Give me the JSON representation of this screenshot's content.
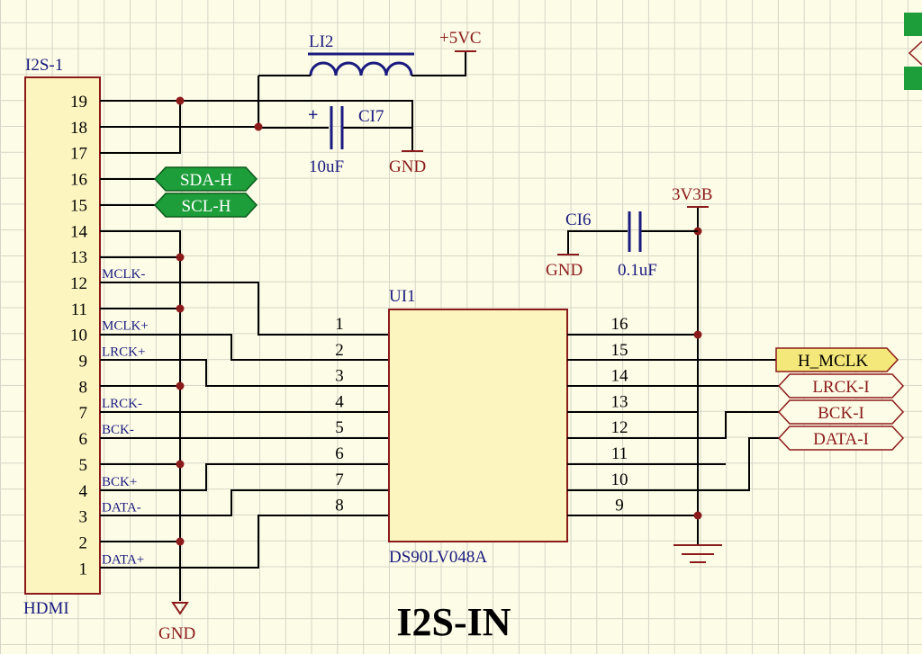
{
  "title": "I2S-IN",
  "connector": {
    "ref": "I2S-1",
    "name": "HDMI",
    "pins": [
      {
        "num": "19",
        "net": ""
      },
      {
        "num": "18",
        "net": ""
      },
      {
        "num": "17",
        "net": ""
      },
      {
        "num": "16",
        "net": ""
      },
      {
        "num": "15",
        "net": ""
      },
      {
        "num": "14",
        "net": ""
      },
      {
        "num": "13",
        "net": ""
      },
      {
        "num": "12",
        "net": "MCLK-"
      },
      {
        "num": "11",
        "net": ""
      },
      {
        "num": "10",
        "net": "MCLK+"
      },
      {
        "num": "9",
        "net": "LRCK+"
      },
      {
        "num": "8",
        "net": ""
      },
      {
        "num": "7",
        "net": "LRCK-"
      },
      {
        "num": "6",
        "net": "BCK-"
      },
      {
        "num": "5",
        "net": ""
      },
      {
        "num": "4",
        "net": "BCK+"
      },
      {
        "num": "3",
        "net": "DATA-"
      },
      {
        "num": "2",
        "net": ""
      },
      {
        "num": "1",
        "net": "DATA+"
      }
    ]
  },
  "chip": {
    "ref": "UI1",
    "part": "DS90LV048A",
    "left_pins": [
      "1",
      "2",
      "3",
      "4",
      "5",
      "6",
      "7",
      "8"
    ],
    "right_pins": [
      "16",
      "15",
      "14",
      "13",
      "12",
      "11",
      "10",
      "9"
    ]
  },
  "inductor": {
    "ref": "LI2"
  },
  "cap_ci7": {
    "ref": "CI7",
    "value": "10uF",
    "polarity": "+"
  },
  "cap_ci6": {
    "ref": "CI6",
    "value": "0.1uF"
  },
  "power": {
    "vc5": "+5VC",
    "v33": "3V3B",
    "gnd": "GND"
  },
  "net_labels": {
    "sda": "SDA-H",
    "scl": "SCL-H",
    "h_mclk": "H_MCLK",
    "lrck": "LRCK-I",
    "bck": "BCK-I",
    "data": "DATA-I"
  },
  "colors": {
    "wire": "#1a1a80",
    "power": "#8b1a1a",
    "chip_fill": "#fdf5c0",
    "label_green": "#1e9e3a",
    "label_yellow": "#f5e87a"
  }
}
